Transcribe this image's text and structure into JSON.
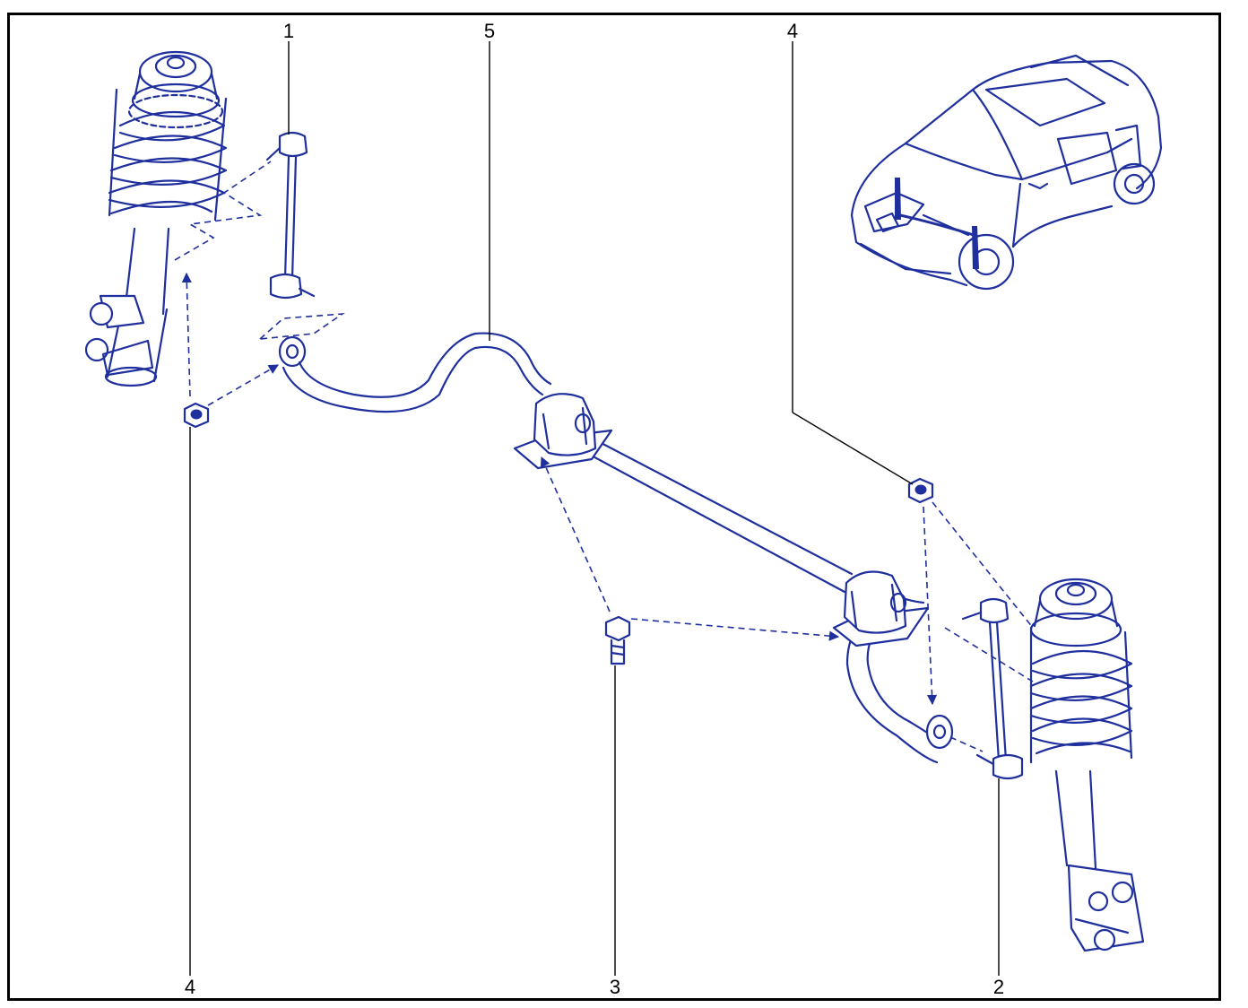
{
  "diagram": {
    "line_color": "#1f2f9e",
    "callouts": [
      {
        "id": "c1-top",
        "label": "1"
      },
      {
        "id": "c5-top",
        "label": "5"
      },
      {
        "id": "c4-top",
        "label": "4"
      },
      {
        "id": "c4-bottom",
        "label": "4"
      },
      {
        "id": "c3-bottom",
        "label": "3"
      },
      {
        "id": "c2-bottom",
        "label": "2"
      }
    ]
  }
}
